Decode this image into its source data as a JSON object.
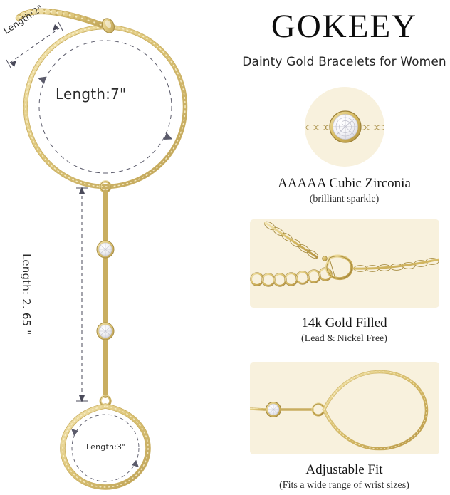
{
  "brand": {
    "title": "GOKEEY",
    "subtitle": "Dainty Gold Bracelets for Women"
  },
  "colors": {
    "panel_background": "#F8F1DD",
    "gold": "#D9BF6E",
    "gold_light": "#F2E3AE",
    "gold_dark": "#B79A49",
    "page_background": "#FFFFFF",
    "text": "#1A1A1A",
    "dimension_line": "#4A4A5A"
  },
  "diagram": {
    "name": "hand-chain-bracelet-measurement-diagram",
    "measurements": [
      {
        "id": "extender",
        "label": "Length:2\"",
        "part": "extender-chain",
        "value": 2,
        "unit": "inch",
        "orientation": "diagonal"
      },
      {
        "id": "bracelet",
        "label": "Length:7\"",
        "part": "wrist-bracelet-loop",
        "value": 7,
        "unit": "inch",
        "orientation": "circular"
      },
      {
        "id": "drop",
        "label": "Length: 2. 65 \"",
        "part": "drop-chain",
        "value": 2.65,
        "unit": "inch",
        "orientation": "vertical"
      },
      {
        "id": "ring",
        "label": "Length:3\"",
        "part": "finger-ring-loop",
        "value": 3,
        "unit": "inch",
        "orientation": "circular"
      }
    ]
  },
  "features": [
    {
      "media_name": "cubic-zirconia-closeup-photo",
      "media_shape": "circle",
      "caption": "AAAAA Cubic Zirconia",
      "subcaption": "(brilliant sparkle)"
    },
    {
      "media_name": "clasp-and-extender-chain-photo",
      "media_shape": "rounded-rectangle",
      "caption": "14k Gold Filled",
      "subcaption": "(Lead & Nickel Free)"
    },
    {
      "media_name": "ring-loop-adjustable-photo",
      "media_shape": "rounded-rectangle",
      "caption": "Adjustable Fit",
      "subcaption": "(Fits a wide range of wrist sizes)"
    }
  ]
}
